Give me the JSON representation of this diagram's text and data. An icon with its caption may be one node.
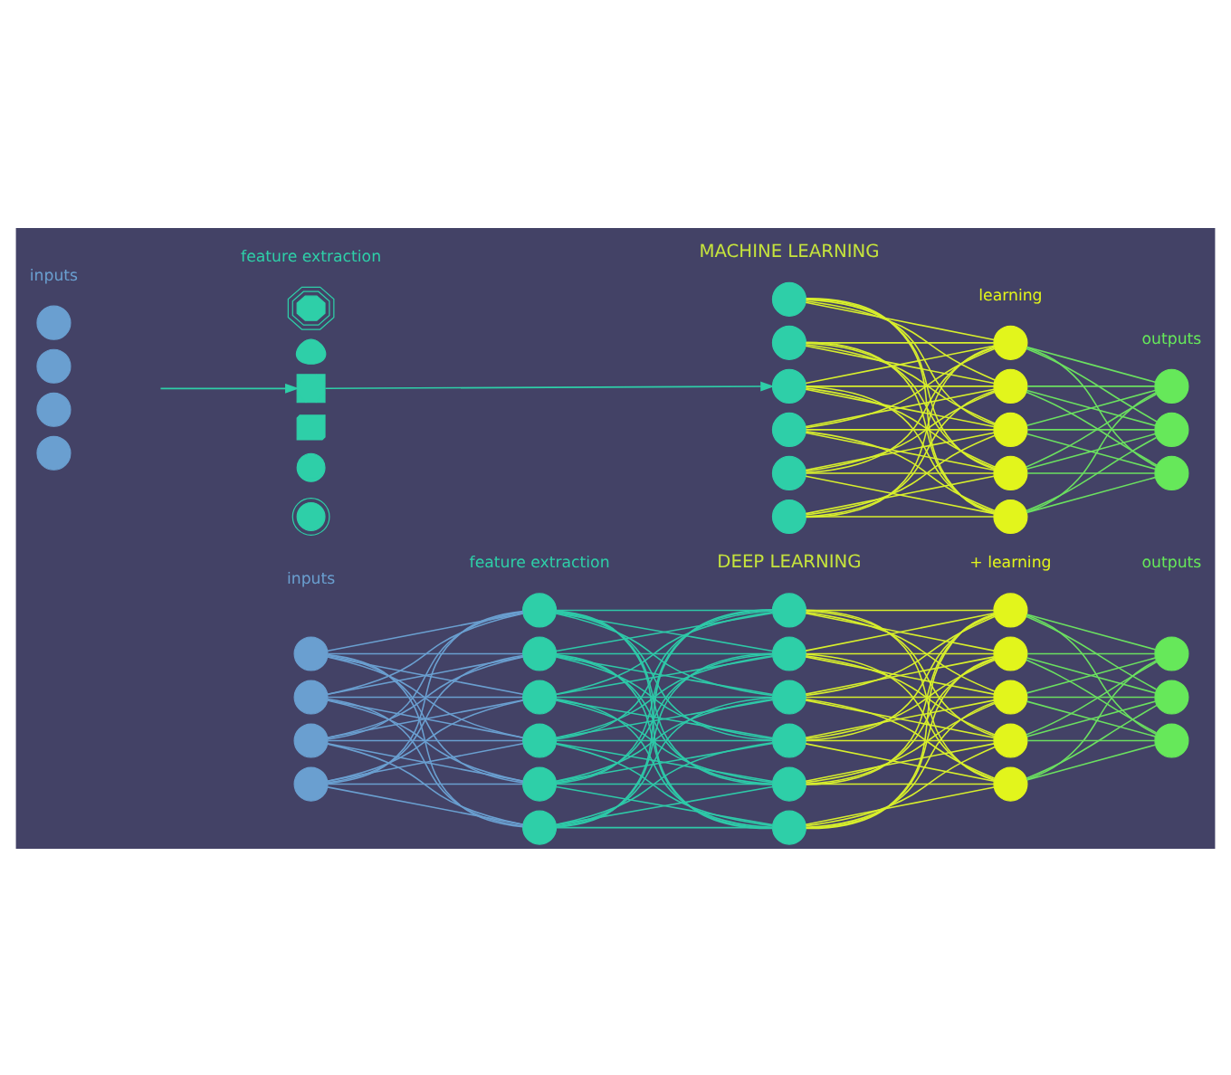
{
  "diagram": {
    "nodes": [
      {
        "text": [],
        "shape": "circle"
      },
      {
        "text": [],
        "shape": "circle"
      },
      {
        "text": [],
        "shape": "circle"
      },
      {
        "text": [],
        "shape": "circle"
      },
      {
        "text": [],
        "shape": "picture"
      },
      {
        "text": [],
        "shape": "picture"
      },
      {
        "text": [],
        "shape": "picture"
      },
      {
        "text": [],
        "shape": "picture"
      },
      {
        "text": [],
        "shape": "picture"
      },
      {
        "text": [],
        "shape": "picture"
      },
      {
        "text": [],
        "shape": "circle"
      },
      {
        "text": [],
        "shape": "circle"
      },
      {
        "text": [],
        "shape": "circle"
      },
      {
        "text": [],
        "shape": "circle"
      },
      {
        "text": [],
        "shape": "circle"
      },
      {
        "text": [],
        "shape": "circle"
      },
      {
        "text": [],
        "shape": "circle"
      },
      {
        "text": [],
        "shape": "circle"
      },
      {
        "text": [],
        "shape": "circle"
      },
      {
        "text": [],
        "shape": "circle"
      },
      {
        "text": [],
        "shape": "circle"
      },
      {
        "text": [],
        "shape": "circle"
      },
      {
        "text": [],
        "shape": "circle"
      },
      {
        "text": [],
        "shape": "circle"
      },
      {
        "text": [],
        "shape": "circle"
      },
      {
        "text": [],
        "shape": "circle"
      },
      {
        "text": [],
        "shape": "circle"
      },
      {
        "text": [],
        "shape": "circle"
      },
      {
        "text": [],
        "shape": "circle"
      },
      {
        "text": [],
        "shape": "circle"
      },
      {
        "text": [],
        "shape": "circle"
      },
      {
        "text": [],
        "shape": "circle"
      },
      {
        "text": [],
        "shape": "circle"
      },
      {
        "text": [],
        "shape": "circle"
      },
      {
        "text": [],
        "shape": "circle"
      },
      {
        "text": [],
        "shape": "circle"
      },
      {
        "text": [],
        "shape": "circle"
      },
      {
        "text": [],
        "shape": "circle"
      },
      {
        "text": [],
        "shape": "circle"
      },
      {
        "text": [],
        "shape": "circle"
      },
      {
        "text": [],
        "shape": "circle"
      },
      {
        "text": [],
        "shape": "circle"
      },
      {
        "text": [],
        "shape": "circle"
      },
      {
        "text": [],
        "shape": "circle"
      },
      {
        "text": [],
        "shape": "circle"
      },
      {
        "text": [],
        "shape": "circle"
      },
      {
        "text": [],
        "shape": "circle"
      },
      {
        "text": [],
        "shape": "circle"
      }
    ],
    "edges": [
      {
        "from": null,
        "to": 6,
        "arrow": "to",
        "color": "#2ecfa8"
      },
      {
        "from": 6,
        "to": 12,
        "arrow": "to",
        "color": "#2ecfa8"
      },
      {
        "from": 10,
        "to": 16,
        "arrow": "none",
        "color": "#d8ef2c"
      },
      {
        "from": 10,
        "to": 17,
        "arrow": "none",
        "color": "#d8ef2c"
      },
      {
        "from": 10,
        "to": 18,
        "arrow": "none",
        "color": "#d8ef2c"
      },
      {
        "from": 10,
        "to": 19,
        "arrow": "none",
        "color": "#d8ef2c"
      },
      {
        "from": 10,
        "to": 20,
        "arrow": "none",
        "color": "#d8ef2c"
      },
      {
        "from": 11,
        "to": 16,
        "arrow": "none",
        "color": "#d8ef2c"
      },
      {
        "from": 11,
        "to": 17,
        "arrow": "none",
        "color": "#d8ef2c"
      },
      {
        "from": 11,
        "to": 18,
        "arrow": "none",
        "color": "#d8ef2c"
      },
      {
        "from": 11,
        "to": 19,
        "arrow": "none",
        "color": "#d8ef2c"
      },
      {
        "from": 11,
        "to": 20,
        "arrow": "none",
        "color": "#d8ef2c"
      },
      {
        "from": 12,
        "to": 16,
        "arrow": "none",
        "color": "#d8ef2c"
      },
      {
        "from": 12,
        "to": 17,
        "arrow": "none",
        "color": "#d8ef2c"
      },
      {
        "from": 12,
        "to": 18,
        "arrow": "none",
        "color": "#d8ef2c"
      },
      {
        "from": 12,
        "to": 19,
        "arrow": "none",
        "color": "#d8ef2c"
      },
      {
        "from": 12,
        "to": 20,
        "arrow": "none",
        "color": "#d8ef2c"
      },
      {
        "from": 13,
        "to": 16,
        "arrow": "none",
        "color": "#d8ef2c"
      },
      {
        "from": 13,
        "to": 17,
        "arrow": "none",
        "color": "#d8ef2c"
      },
      {
        "from": 13,
        "to": 18,
        "arrow": "none",
        "color": "#d8ef2c"
      },
      {
        "from": 13,
        "to": 19,
        "arrow": "none",
        "color": "#d8ef2c"
      },
      {
        "from": 13,
        "to": 20,
        "arrow": "none",
        "color": "#d8ef2c"
      },
      {
        "from": 14,
        "to": 16,
        "arrow": "none",
        "color": "#d8ef2c"
      },
      {
        "from": 14,
        "to": 17,
        "arrow": "none",
        "color": "#d8ef2c"
      },
      {
        "from": 14,
        "to": 18,
        "arrow": "none",
        "color": "#d8ef2c"
      },
      {
        "from": 14,
        "to": 19,
        "arrow": "none",
        "color": "#d8ef2c"
      },
      {
        "from": 14,
        "to": 20,
        "arrow": "none",
        "color": "#d8ef2c"
      },
      {
        "from": 15,
        "to": 16,
        "arrow": "none",
        "color": "#d8ef2c"
      },
      {
        "from": 15,
        "to": 17,
        "arrow": "none",
        "color": "#d8ef2c"
      },
      {
        "from": 15,
        "to": 18,
        "arrow": "none",
        "color": "#d8ef2c"
      },
      {
        "from": 15,
        "to": 19,
        "arrow": "none",
        "color": "#d8ef2c"
      },
      {
        "from": 15,
        "to": 20,
        "arrow": "none",
        "color": "#d8ef2c"
      },
      {
        "from": 16,
        "to": 21,
        "arrow": "none",
        "color": "#6be060"
      },
      {
        "from": 16,
        "to": 22,
        "arrow": "none",
        "color": "#6be060"
      },
      {
        "from": 16,
        "to": 23,
        "arrow": "none",
        "color": "#6be060"
      },
      {
        "from": 17,
        "to": 21,
        "arrow": "none",
        "color": "#6be060"
      },
      {
        "from": 17,
        "to": 22,
        "arrow": "none",
        "color": "#6be060"
      },
      {
        "from": 17,
        "to": 23,
        "arrow": "none",
        "color": "#6be060"
      },
      {
        "from": 18,
        "to": 21,
        "arrow": "none",
        "color": "#6be060"
      },
      {
        "from": 18,
        "to": 22,
        "arrow": "none",
        "color": "#6be060"
      },
      {
        "from": 18,
        "to": 23,
        "arrow": "none",
        "color": "#6be060"
      },
      {
        "from": 19,
        "to": 21,
        "arrow": "none",
        "color": "#6be060"
      },
      {
        "from": 19,
        "to": 22,
        "arrow": "none",
        "color": "#6be060"
      },
      {
        "from": 19,
        "to": 23,
        "arrow": "none",
        "color": "#6be060"
      },
      {
        "from": 20,
        "to": 21,
        "arrow": "none",
        "color": "#6be060"
      },
      {
        "from": 20,
        "to": 22,
        "arrow": "none",
        "color": "#6be060"
      },
      {
        "from": 20,
        "to": 23,
        "arrow": "none",
        "color": "#6be060"
      },
      {
        "from": 24,
        "to": 28,
        "arrow": "none",
        "color": "#6a9fd0"
      },
      {
        "from": 24,
        "to": 29,
        "arrow": "none",
        "color": "#6a9fd0"
      },
      {
        "from": 24,
        "to": 30,
        "arrow": "none",
        "color": "#6a9fd0"
      },
      {
        "from": 24,
        "to": 31,
        "arrow": "none",
        "color": "#6a9fd0"
      },
      {
        "from": 24,
        "to": 32,
        "arrow": "none",
        "color": "#6a9fd0"
      },
      {
        "from": 24,
        "to": 33,
        "arrow": "none",
        "color": "#6a9fd0"
      },
      {
        "from": 25,
        "to": 28,
        "arrow": "none",
        "color": "#6a9fd0"
      },
      {
        "from": 25,
        "to": 29,
        "arrow": "none",
        "color": "#6a9fd0"
      },
      {
        "from": 25,
        "to": 30,
        "arrow": "none",
        "color": "#6a9fd0"
      },
      {
        "from": 25,
        "to": 31,
        "arrow": "none",
        "color": "#6a9fd0"
      },
      {
        "from": 25,
        "to": 32,
        "arrow": "none",
        "color": "#6a9fd0"
      },
      {
        "from": 25,
        "to": 33,
        "arrow": "none",
        "color": "#6a9fd0"
      },
      {
        "from": 26,
        "to": 28,
        "arrow": "none",
        "color": "#6a9fd0"
      },
      {
        "from": 26,
        "to": 29,
        "arrow": "none",
        "color": "#6a9fd0"
      },
      {
        "from": 26,
        "to": 30,
        "arrow": "none",
        "color": "#6a9fd0"
      },
      {
        "from": 26,
        "to": 31,
        "arrow": "none",
        "color": "#6a9fd0"
      },
      {
        "from": 26,
        "to": 32,
        "arrow": "none",
        "color": "#6a9fd0"
      },
      {
        "from": 26,
        "to": 33,
        "arrow": "none",
        "color": "#6a9fd0"
      },
      {
        "from": 27,
        "to": 28,
        "arrow": "none",
        "color": "#6a9fd0"
      },
      {
        "from": 27,
        "to": 29,
        "arrow": "none",
        "color": "#6a9fd0"
      },
      {
        "from": 27,
        "to": 30,
        "arrow": "none",
        "color": "#6a9fd0"
      },
      {
        "from": 27,
        "to": 31,
        "arrow": "none",
        "color": "#6a9fd0"
      },
      {
        "from": 27,
        "to": 32,
        "arrow": "none",
        "color": "#6a9fd0"
      },
      {
        "from": 27,
        "to": 33,
        "arrow": "none",
        "color": "#6a9fd0"
      },
      {
        "from": 28,
        "to": 34,
        "arrow": "none",
        "color": "#2ec9a8"
      },
      {
        "from": 28,
        "to": 35,
        "arrow": "none",
        "color": "#2ec9a8"
      },
      {
        "from": 28,
        "to": 36,
        "arrow": "none",
        "color": "#2ec9a8"
      },
      {
        "from": 28,
        "to": 37,
        "arrow": "none",
        "color": "#2ec9a8"
      },
      {
        "from": 28,
        "to": 38,
        "arrow": "none",
        "color": "#2ec9a8"
      },
      {
        "from": 28,
        "to": 39,
        "arrow": "none",
        "color": "#2ec9a8"
      },
      {
        "from": 29,
        "to": 34,
        "arrow": "none",
        "color": "#2ec9a8"
      },
      {
        "from": 29,
        "to": 35,
        "arrow": "none",
        "color": "#2ec9a8"
      },
      {
        "from": 29,
        "to": 36,
        "arrow": "none",
        "color": "#2ec9a8"
      },
      {
        "from": 29,
        "to": 37,
        "arrow": "none",
        "color": "#2ec9a8"
      },
      {
        "from": 29,
        "to": 38,
        "arrow": "none",
        "color": "#2ec9a8"
      },
      {
        "from": 29,
        "to": 39,
        "arrow": "none",
        "color": "#2ec9a8"
      },
      {
        "from": 30,
        "to": 34,
        "arrow": "none",
        "color": "#2ec9a8"
      },
      {
        "from": 30,
        "to": 35,
        "arrow": "none",
        "color": "#2ec9a8"
      },
      {
        "from": 30,
        "to": 36,
        "arrow": "none",
        "color": "#2ec9a8"
      },
      {
        "from": 30,
        "to": 37,
        "arrow": "none",
        "color": "#2ec9a8"
      },
      {
        "from": 30,
        "to": 38,
        "arrow": "none",
        "color": "#2ec9a8"
      },
      {
        "from": 30,
        "to": 39,
        "arrow": "none",
        "color": "#2ec9a8"
      },
      {
        "from": 31,
        "to": 34,
        "arrow": "none",
        "color": "#2ec9a8"
      },
      {
        "from": 31,
        "to": 35,
        "arrow": "none",
        "color": "#2ec9a8"
      },
      {
        "from": 31,
        "to": 36,
        "arrow": "none",
        "color": "#2ec9a8"
      },
      {
        "from": 31,
        "to": 37,
        "arrow": "none",
        "color": "#2ec9a8"
      },
      {
        "from": 31,
        "to": 38,
        "arrow": "none",
        "color": "#2ec9a8"
      },
      {
        "from": 31,
        "to": 39,
        "arrow": "none",
        "color": "#2ec9a8"
      },
      {
        "from": 32,
        "to": 34,
        "arrow": "none",
        "color": "#2ec9a8"
      },
      {
        "from": 32,
        "to": 35,
        "arrow": "none",
        "color": "#2ec9a8"
      },
      {
        "from": 32,
        "to": 36,
        "arrow": "none",
        "color": "#2ec9a8"
      },
      {
        "from": 32,
        "to": 37,
        "arrow": "none",
        "color": "#2ec9a8"
      },
      {
        "from": 32,
        "to": 38,
        "arrow": "none",
        "color": "#2ec9a8"
      },
      {
        "from": 32,
        "to": 39,
        "arrow": "none",
        "color": "#2ec9a8"
      },
      {
        "from": 33,
        "to": 34,
        "arrow": "none",
        "color": "#2ec9a8"
      },
      {
        "from": 33,
        "to": 35,
        "arrow": "none",
        "color": "#2ec9a8"
      },
      {
        "from": 33,
        "to": 36,
        "arrow": "none",
        "color": "#2ec9a8"
      },
      {
        "from": 33,
        "to": 37,
        "arrow": "none",
        "color": "#2ec9a8"
      },
      {
        "from": 33,
        "to": 38,
        "arrow": "none",
        "color": "#2ec9a8"
      },
      {
        "from": 33,
        "to": 39,
        "arrow": "none",
        "color": "#2ec9a8"
      },
      {
        "from": 34,
        "to": 40,
        "arrow": "none",
        "color": "#d8ef2c"
      },
      {
        "from": 34,
        "to": 41,
        "arrow": "none",
        "color": "#d8ef2c"
      },
      {
        "from": 34,
        "to": 42,
        "arrow": "none",
        "color": "#d8ef2c"
      },
      {
        "from": 34,
        "to": 43,
        "arrow": "none",
        "color": "#d8ef2c"
      },
      {
        "from": 34,
        "to": 44,
        "arrow": "none",
        "color": "#d8ef2c"
      },
      {
        "from": 35,
        "to": 40,
        "arrow": "none",
        "color": "#d8ef2c"
      },
      {
        "from": 35,
        "to": 41,
        "arrow": "none",
        "color": "#d8ef2c"
      },
      {
        "from": 35,
        "to": 42,
        "arrow": "none",
        "color": "#d8ef2c"
      },
      {
        "from": 35,
        "to": 43,
        "arrow": "none",
        "color": "#d8ef2c"
      },
      {
        "from": 35,
        "to": 44,
        "arrow": "none",
        "color": "#d8ef2c"
      },
      {
        "from": 36,
        "to": 40,
        "arrow": "none",
        "color": "#d8ef2c"
      },
      {
        "from": 36,
        "to": 41,
        "arrow": "none",
        "color": "#d8ef2c"
      },
      {
        "from": 36,
        "to": 42,
        "arrow": "none",
        "color": "#d8ef2c"
      },
      {
        "from": 36,
        "to": 43,
        "arrow": "none",
        "color": "#d8ef2c"
      },
      {
        "from": 36,
        "to": 44,
        "arrow": "none",
        "color": "#d8ef2c"
      },
      {
        "from": 37,
        "to": 40,
        "arrow": "none",
        "color": "#d8ef2c"
      },
      {
        "from": 37,
        "to": 41,
        "arrow": "none",
        "color": "#d8ef2c"
      },
      {
        "from": 37,
        "to": 42,
        "arrow": "none",
        "color": "#d8ef2c"
      },
      {
        "from": 37,
        "to": 43,
        "arrow": "none",
        "color": "#d8ef2c"
      },
      {
        "from": 37,
        "to": 44,
        "arrow": "none",
        "color": "#d8ef2c"
      },
      {
        "from": 38,
        "to": 40,
        "arrow": "none",
        "color": "#d8ef2c"
      },
      {
        "from": 38,
        "to": 41,
        "arrow": "none",
        "color": "#d8ef2c"
      },
      {
        "from": 38,
        "to": 42,
        "arrow": "none",
        "color": "#d8ef2c"
      },
      {
        "from": 38,
        "to": 43,
        "arrow": "none",
        "color": "#d8ef2c"
      },
      {
        "from": 38,
        "to": 44,
        "arrow": "none",
        "color": "#d8ef2c"
      },
      {
        "from": 39,
        "to": 40,
        "arrow": "none",
        "color": "#d8ef2c"
      },
      {
        "from": 39,
        "to": 41,
        "arrow": "none",
        "color": "#d8ef2c"
      },
      {
        "from": 39,
        "to": 42,
        "arrow": "none",
        "color": "#d8ef2c"
      },
      {
        "from": 39,
        "to": 43,
        "arrow": "none",
        "color": "#d8ef2c"
      },
      {
        "from": 39,
        "to": 44,
        "arrow": "none",
        "color": "#d8ef2c"
      },
      {
        "from": 40,
        "to": 45,
        "arrow": "none",
        "color": "#6be060"
      },
      {
        "from": 40,
        "to": 46,
        "arrow": "none",
        "color": "#6be060"
      },
      {
        "from": 40,
        "to": 47,
        "arrow": "none",
        "color": "#6be060"
      },
      {
        "from": 41,
        "to": 45,
        "arrow": "none",
        "color": "#6be060"
      },
      {
        "from": 41,
        "to": 46,
        "arrow": "none",
        "color": "#6be060"
      },
      {
        "from": 41,
        "to": 47,
        "arrow": "none",
        "color": "#6be060"
      },
      {
        "from": 42,
        "to": 45,
        "arrow": "none",
        "color": "#6be060"
      },
      {
        "from": 42,
        "to": 46,
        "arrow": "none",
        "color": "#6be060"
      },
      {
        "from": 42,
        "to": 47,
        "arrow": "none",
        "color": "#6be060"
      },
      {
        "from": 43,
        "to": 45,
        "arrow": "none",
        "color": "#6be060"
      },
      {
        "from": 43,
        "to": 46,
        "arrow": "none",
        "color": "#6be060"
      },
      {
        "from": 43,
        "to": 47,
        "arrow": "none",
        "color": "#6be060"
      },
      {
        "from": 44,
        "to": 45,
        "arrow": "none",
        "color": "#6be060"
      },
      {
        "from": 44,
        "to": 46,
        "arrow": "none",
        "color": "#6be060"
      },
      {
        "from": 44,
        "to": 47,
        "arrow": "none",
        "color": "#6be060"
      }
    ],
    "labels": [
      "MACHINE LEARNING",
      "inputs",
      "feature extraction",
      "learning",
      "outputs",
      "DEEP LEARNING",
      "inputs",
      "feature extraction",
      "+ learning",
      "outputs"
    ]
  }
}
